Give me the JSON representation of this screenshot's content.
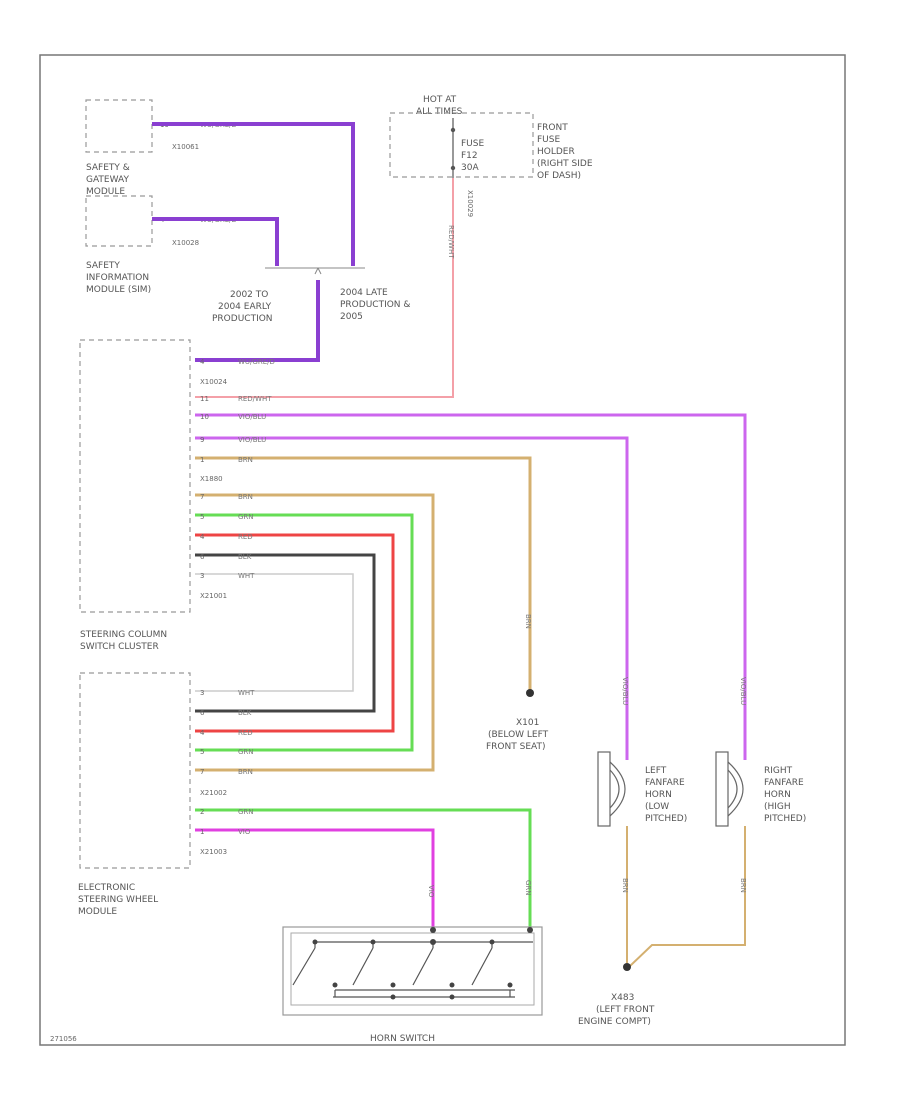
{
  "diagram_id": "271056",
  "components": {
    "safety_gateway": {
      "lines": [
        "SAFETY &",
        "GATEWAY",
        "MODULE"
      ],
      "connector": "X10061",
      "pin": "19",
      "wire": "WU/GRE/D"
    },
    "safety_info": {
      "lines": [
        "SAFETY",
        "INFORMATION",
        "MODULE (SIM)"
      ],
      "connector": "X10028",
      "pin": "4",
      "wire": "WU/GRE/D"
    },
    "fuse": {
      "hot": [
        "HOT AT",
        "ALL TIMES"
      ],
      "lines": [
        "FUSE",
        "F12",
        "30A"
      ],
      "holder": [
        "FRONT",
        "FUSE",
        "HOLDER",
        "(RIGHT SIDE",
        "OF DASH)"
      ],
      "splice": "X10029"
    },
    "variants": {
      "early": [
        "2002 TO",
        "2004 EARLY",
        "PRODUCTION"
      ],
      "late": [
        "2004 LATE",
        "PRODUCTION &",
        "2005"
      ]
    },
    "column_switch": {
      "lines": [
        "STEERING COLUMN",
        "SWITCH CLUSTER"
      ],
      "connector_a": "X10024",
      "connector_b": "X1880",
      "connector_c": "X21001"
    },
    "steering_wheel_module": {
      "lines": [
        "ELECTRONIC",
        "STEERING WHEEL",
        "MODULE"
      ],
      "connector_a": "X21002",
      "connector_b": "X21003"
    },
    "ground_x101": {
      "lines": [
        "X101",
        "(BELOW LEFT",
        "FRONT SEAT)"
      ]
    },
    "ground_x483": {
      "lines": [
        "X483",
        "(LEFT FRONT",
        "ENGINE COMPT)"
      ]
    },
    "horn_left": {
      "lines": [
        "LEFT",
        "FANFARE",
        "HORN",
        "(LOW",
        "PITCHED)"
      ]
    },
    "horn_right": {
      "lines": [
        "RIGHT",
        "FANFARE",
        "HORN",
        "(HIGH",
        "PITCHED)"
      ]
    },
    "horn_switch": {
      "label": "HORN SWITCH"
    }
  },
  "wires": {
    "purple_top": "WU/GRE/D",
    "purple_mid": "WU/GRE/D",
    "red_wht": "RED/WHT",
    "vio_blu_1": "VIO/BLU",
    "vio_blu_2": "VIO/BLU",
    "brn": "BRN",
    "brn2": "BRN",
    "grn": "GRN",
    "red": "RED",
    "blk": "BLK",
    "wht": "WHT",
    "vio": "VIO",
    "horn_grn": "GRN",
    "horn_vio": "VIO"
  },
  "colors": {
    "purple": "#8a3fd1",
    "violet": "#cc66ee",
    "magenta": "#e040e0",
    "pink": "#f4a0a8",
    "tan": "#d4b070",
    "green": "#66dd55",
    "red": "#ee4444",
    "black": "#444444",
    "white": "#cccccc"
  }
}
